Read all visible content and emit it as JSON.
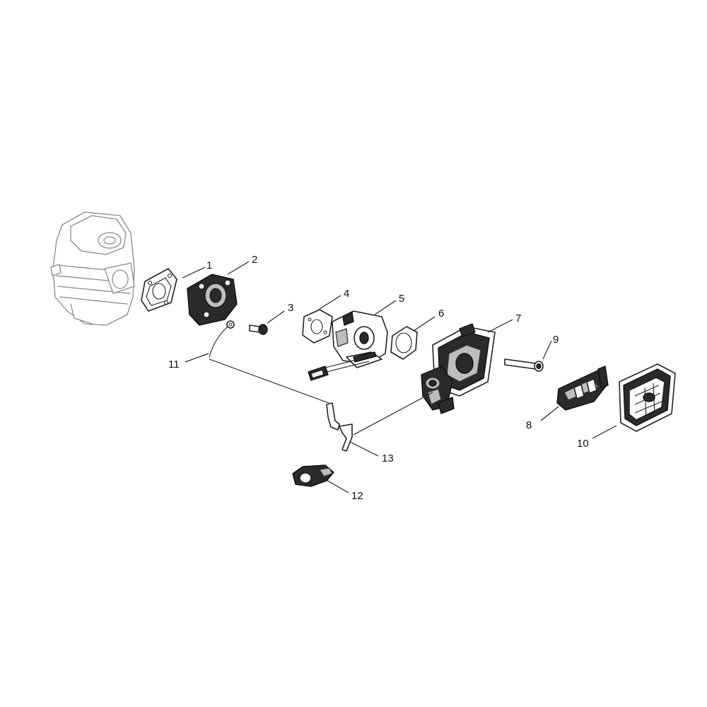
{
  "callouts": [
    {
      "id": "1",
      "label": "1"
    },
    {
      "id": "2",
      "label": "2"
    },
    {
      "id": "3",
      "label": "3"
    },
    {
      "id": "4",
      "label": "4"
    },
    {
      "id": "5",
      "label": "5"
    },
    {
      "id": "6",
      "label": "6"
    },
    {
      "id": "7",
      "label": "7"
    },
    {
      "id": "8",
      "label": "8"
    },
    {
      "id": "9",
      "label": "9"
    },
    {
      "id": "10",
      "label": "10"
    },
    {
      "id": "11",
      "label": "11"
    },
    {
      "id": "12",
      "label": "12"
    },
    {
      "id": "13",
      "label": "13"
    }
  ],
  "colors": {
    "background": "#ffffff",
    "line": "#222222",
    "cylinder_line": "#8a8a8a",
    "dark_part": "#2a2a2a"
  }
}
